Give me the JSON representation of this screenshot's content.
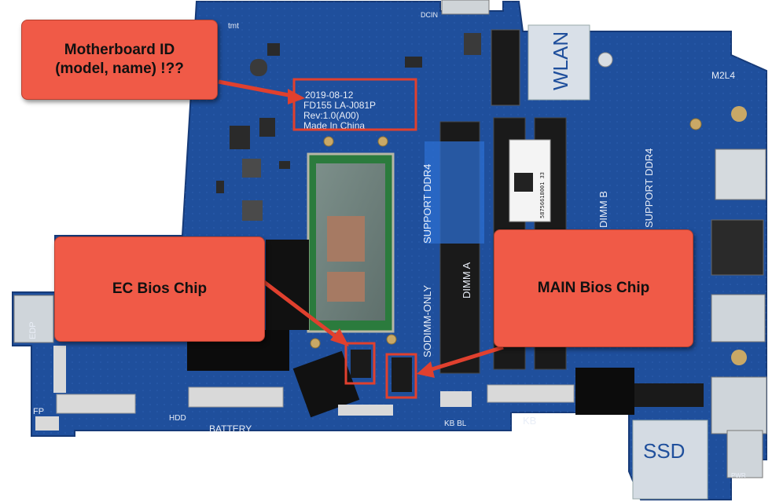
{
  "colors": {
    "board": "#1f4f9c",
    "board_dark": "#173f82",
    "callout": "#f05a47",
    "highlight_box": "#e0402e",
    "arrow": "#e0402e"
  },
  "board_text": {
    "date": "2019-08-12",
    "model": "FD155 LA-J081P",
    "rev": "Rev:1.0(A00)",
    "made_in": "Made In China",
    "tmt": "tmt",
    "dcin": "DCIN",
    "wlan": "WLAN",
    "m2l4": "M2L4",
    "ddr4_right": "SUPPORT DDR4",
    "dimm_b": "DIMM B",
    "ddr4_left": "SUPPORT DDR4",
    "dimm_a": "DIMM A",
    "sodimm_only": "SODIMM-ONLY",
    "edp": "EDP",
    "fp": "FP",
    "hdd": "HDD",
    "battery": "BATTERY",
    "kb_bl": "KB BL",
    "kb": "KB",
    "ssd": "SSD",
    "sticker_code": "58756618001 33",
    "pwr": "PWR"
  },
  "callouts": {
    "motherboard_id": "Motherboard ID\n(model, name) !??",
    "ec_bios": "EC Bios Chip",
    "main_bios": "MAIN Bios Chip"
  }
}
